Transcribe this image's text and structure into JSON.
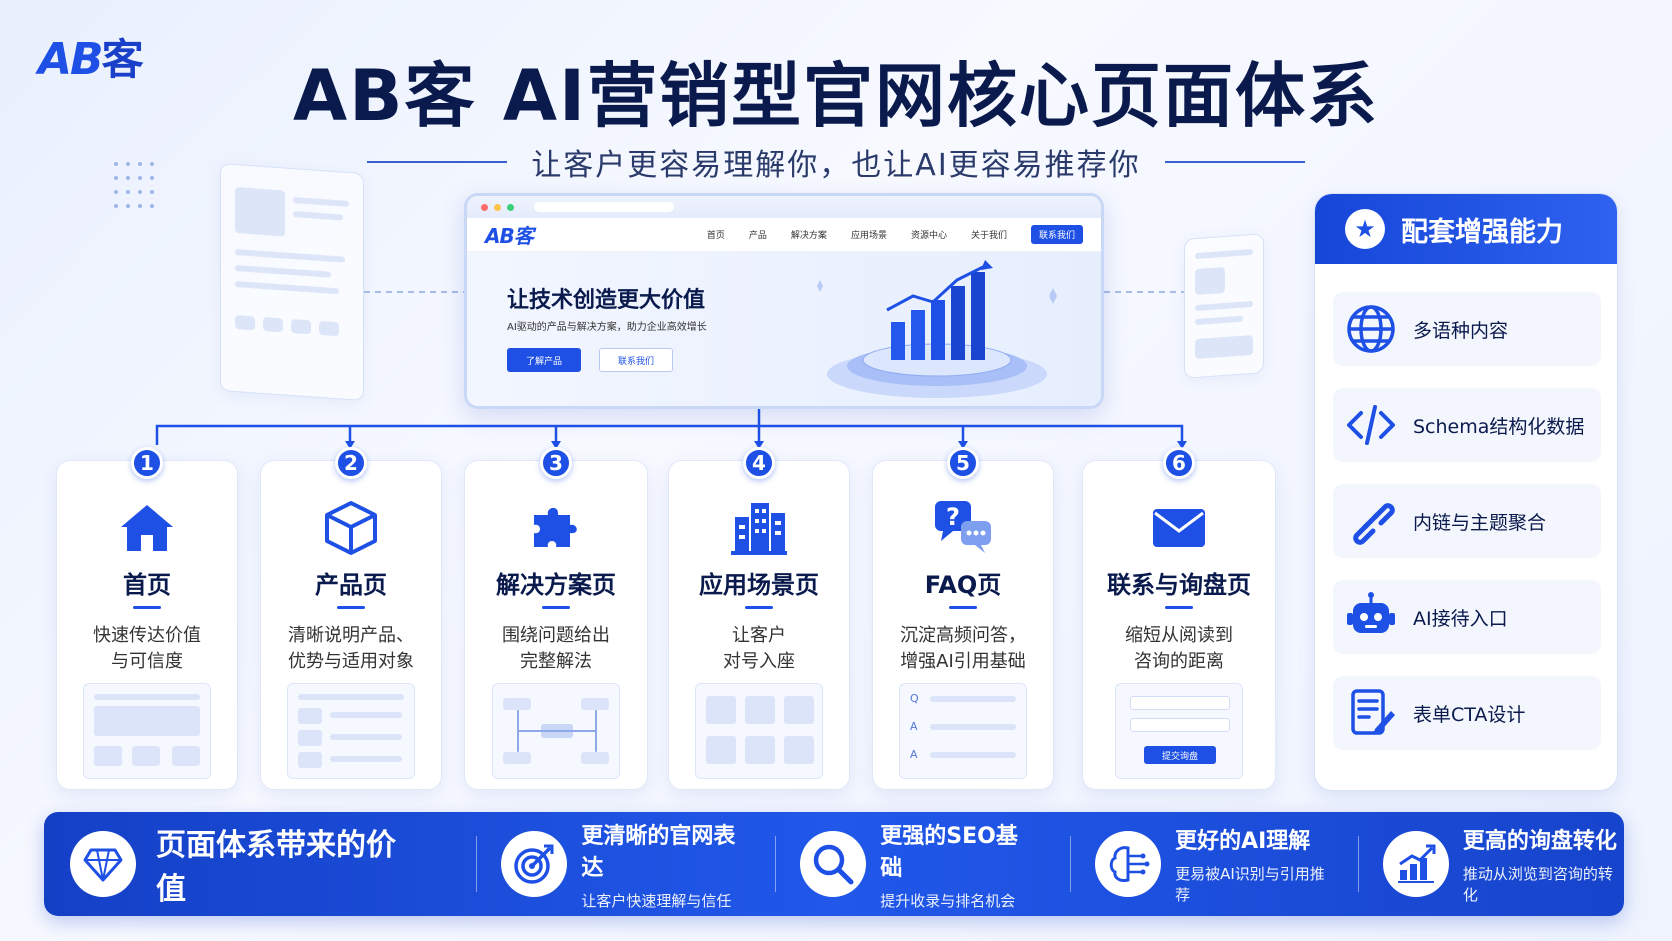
{
  "brand": {
    "logo_latin": "AB",
    "logo_cn": "客"
  },
  "header": {
    "title": "AB客 AI营销型官网核心页面体系",
    "subtitle": "让客户更容易理解你，也让AI更容易推荐你"
  },
  "browser_mock": {
    "logo": "AB客",
    "nav": [
      "首页",
      "产品",
      "解决方案",
      "应用场景",
      "资源中心",
      "关于我们"
    ],
    "nav_cta": "联系我们",
    "hero_title": "让技术创造更大价值",
    "hero_sub": "AI驱动的产品与解决方案，助力企业高效增长",
    "hero_btn_primary": "了解产品",
    "hero_btn_secondary": "联系我们"
  },
  "pages": [
    {
      "num": "1",
      "title": "首页",
      "desc": "快速传达价值\n与可信度",
      "icon": "home-icon"
    },
    {
      "num": "2",
      "title": "产品页",
      "desc": "清晰说明产品、\n优势与适用对象",
      "icon": "cube-icon"
    },
    {
      "num": "3",
      "title": "解决方案页",
      "desc": "围绕问题给出\n完整解法",
      "icon": "puzzle-icon"
    },
    {
      "num": "4",
      "title": "应用场景页",
      "desc": "让客户\n对号入座",
      "icon": "buildings-icon"
    },
    {
      "num": "5",
      "title": "FAQ页",
      "desc": "沉淀高频问答，\n增强AI引用基础",
      "icon": "faq-chat-icon"
    },
    {
      "num": "6",
      "title": "联系与询盘页",
      "desc": "缩短从阅读到\n咨询的距离",
      "icon": "envelope-icon"
    }
  ],
  "previews": {
    "faq_letters": [
      "Q",
      "A",
      "A"
    ],
    "form_button": "提交询盘"
  },
  "panel": {
    "title": "配套增强能力",
    "items": [
      {
        "label": "多语种内容",
        "icon": "globe-icon"
      },
      {
        "label": "Schema结构化数据",
        "icon": "code-icon"
      },
      {
        "label": "内链与主题聚合",
        "icon": "link-icon"
      },
      {
        "label": "AI接待入口",
        "icon": "robot-icon"
      },
      {
        "label": "表单CTA设计",
        "icon": "form-edit-icon"
      }
    ]
  },
  "banner": {
    "title": "页面体系带来的价值",
    "values": [
      {
        "title": "更清晰的官网表达",
        "sub": "让客户快速理解与信任",
        "icon": "target-icon"
      },
      {
        "title": "更强的SEO基础",
        "sub": "提升收录与排名机会",
        "icon": "search-icon"
      },
      {
        "title": "更好的AI理解",
        "sub": "更易被AI识别与引用推荐",
        "icon": "brain-icon"
      },
      {
        "title": "更高的询盘转化",
        "sub": "推动从浏览到咨询的转化",
        "icon": "growth-chart-icon"
      }
    ]
  },
  "colors": {
    "accent": "#1e50e6",
    "dark": "#0a1a4d",
    "banner": "#1744cc"
  }
}
